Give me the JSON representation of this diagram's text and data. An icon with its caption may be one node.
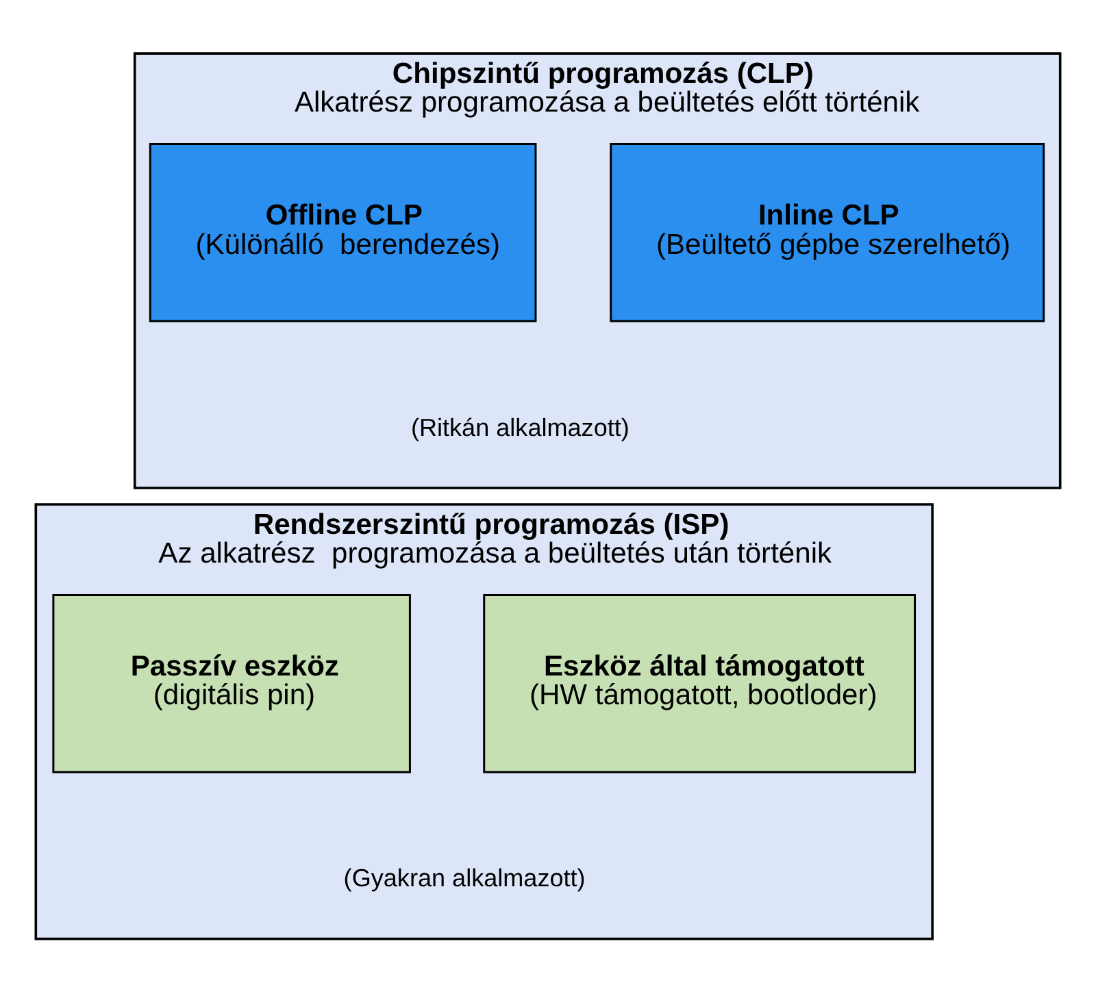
{
  "diagram": {
    "nodes": [
      {
        "text": [
          "Chipszintű programozás (CLP)",
          "Alkatrész programozása a beültetés előtt történik",
          "(Ritkán alkalmazott)"
        ]
      },
      {
        "text": [
          "Inline CLP",
          "(Beültető gépbe szerelhető)"
        ],
        "in": 0
      },
      {
        "text": [
          "Offline CLP",
          "(Különálló  berendezés)"
        ],
        "in": 0
      },
      {
        "text": [
          "Rendszerszintű programozás (ISP)",
          "Az alkatrész  programozása a beültetés után történik",
          "(Gyakran alkalmazott)"
        ]
      },
      {
        "text": [
          "Eszköz által támogatott",
          "(HW támogatott, bootloder)"
        ],
        "in": 3
      },
      {
        "text": [
          "Passzív eszköz",
          "(digitális pin)"
        ],
        "in": 3
      }
    ],
    "edges": []
  }
}
